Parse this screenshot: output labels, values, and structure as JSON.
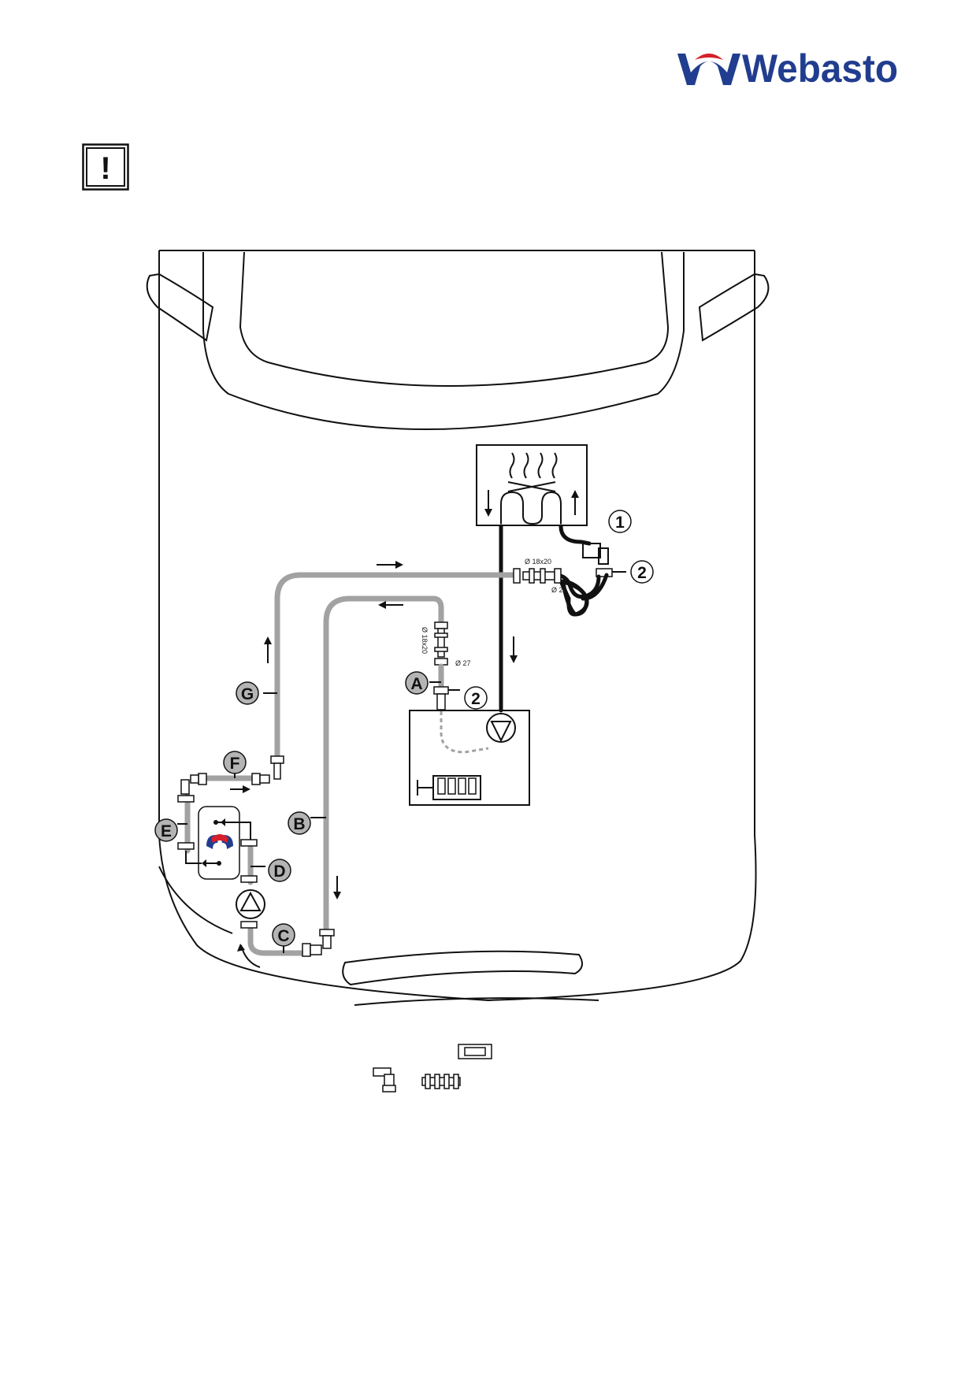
{
  "brand": {
    "name": "Webasto",
    "accent_color": "#d6202a",
    "primary_color": "#213d8f"
  },
  "warning": {
    "symbol": "!"
  },
  "labels": {
    "hose_a": "A",
    "hose_b": "B",
    "hose_c": "C",
    "hose_d": "D",
    "hose_e": "E",
    "hose_f": "F",
    "hose_g": "G",
    "part_1": "1",
    "part_2_top": "2",
    "part_2_mid": "2"
  },
  "dimensions": {
    "top_connector": "Ø 18x20",
    "top_hose": "Ø 27",
    "mid_connector": "Ø 18x20",
    "mid_hose": "Ø 27"
  },
  "colors": {
    "coolant_hose": "#a2a2a2",
    "outline": "#111111"
  }
}
